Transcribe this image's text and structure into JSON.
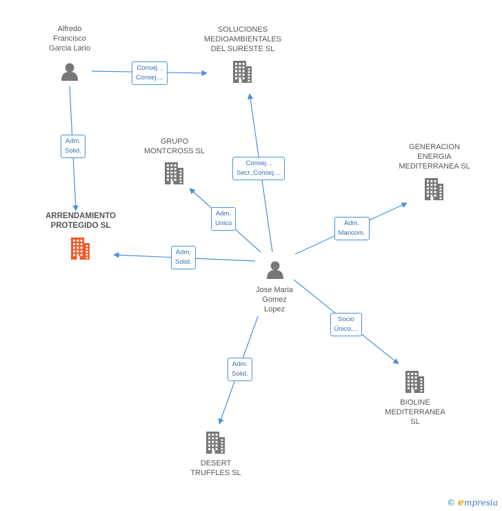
{
  "colors": {
    "edge": "#4a8fd8",
    "node": "#777777",
    "main": "#f05a28",
    "label": "#555555"
  },
  "nodes": [
    {
      "id": "alfredo",
      "type": "person",
      "label": "Alfredo\nFrancisco\nGarcia Lario"
    },
    {
      "id": "soluciones",
      "type": "company",
      "label": "SOLUCIONES\nMEDIOAMBIENTALES\nDEL SURESTE SL"
    },
    {
      "id": "grupo",
      "type": "company",
      "label": "GRUPO\nMONTCROSS SL"
    },
    {
      "id": "generacion",
      "type": "company",
      "label": "GENERACION\nENERGIA\nMEDITERRANEA SL"
    },
    {
      "id": "arrendamiento",
      "type": "company",
      "main": true,
      "label": "ARRENDAMIENTO\nPROTEGIDO SL"
    },
    {
      "id": "jose",
      "type": "person",
      "label": "Jose Maria\nGomez\nLopez"
    },
    {
      "id": "bioline",
      "type": "company",
      "label": "BIOLINE\nMEDITERRANEA\nSL"
    },
    {
      "id": "desert",
      "type": "company",
      "label": "DESERT\nTRUFFLES  SL"
    }
  ],
  "edges": [
    {
      "from": "alfredo",
      "to": "soluciones",
      "label": "Consej. ,\nConsej...."
    },
    {
      "from": "alfredo",
      "to": "arrendamiento",
      "label": "Adm.\nSolid."
    },
    {
      "from": "jose",
      "to": "soluciones",
      "label": "Consej. ,\nSecr.,Consej...."
    },
    {
      "from": "jose",
      "to": "grupo",
      "label": "Adm.\nUnico"
    },
    {
      "from": "jose",
      "to": "generacion",
      "label": "Adm.\nMancom."
    },
    {
      "from": "jose",
      "to": "arrendamiento",
      "label": "Adm.\nSolid."
    },
    {
      "from": "jose",
      "to": "bioline",
      "label": "Socio\nÚnico,..."
    },
    {
      "from": "jose",
      "to": "desert",
      "label": "Adm.\nSolid."
    }
  ],
  "footer": {
    "copyright": "©",
    "brand_initial": "e",
    "brand_rest": "mpresia"
  }
}
